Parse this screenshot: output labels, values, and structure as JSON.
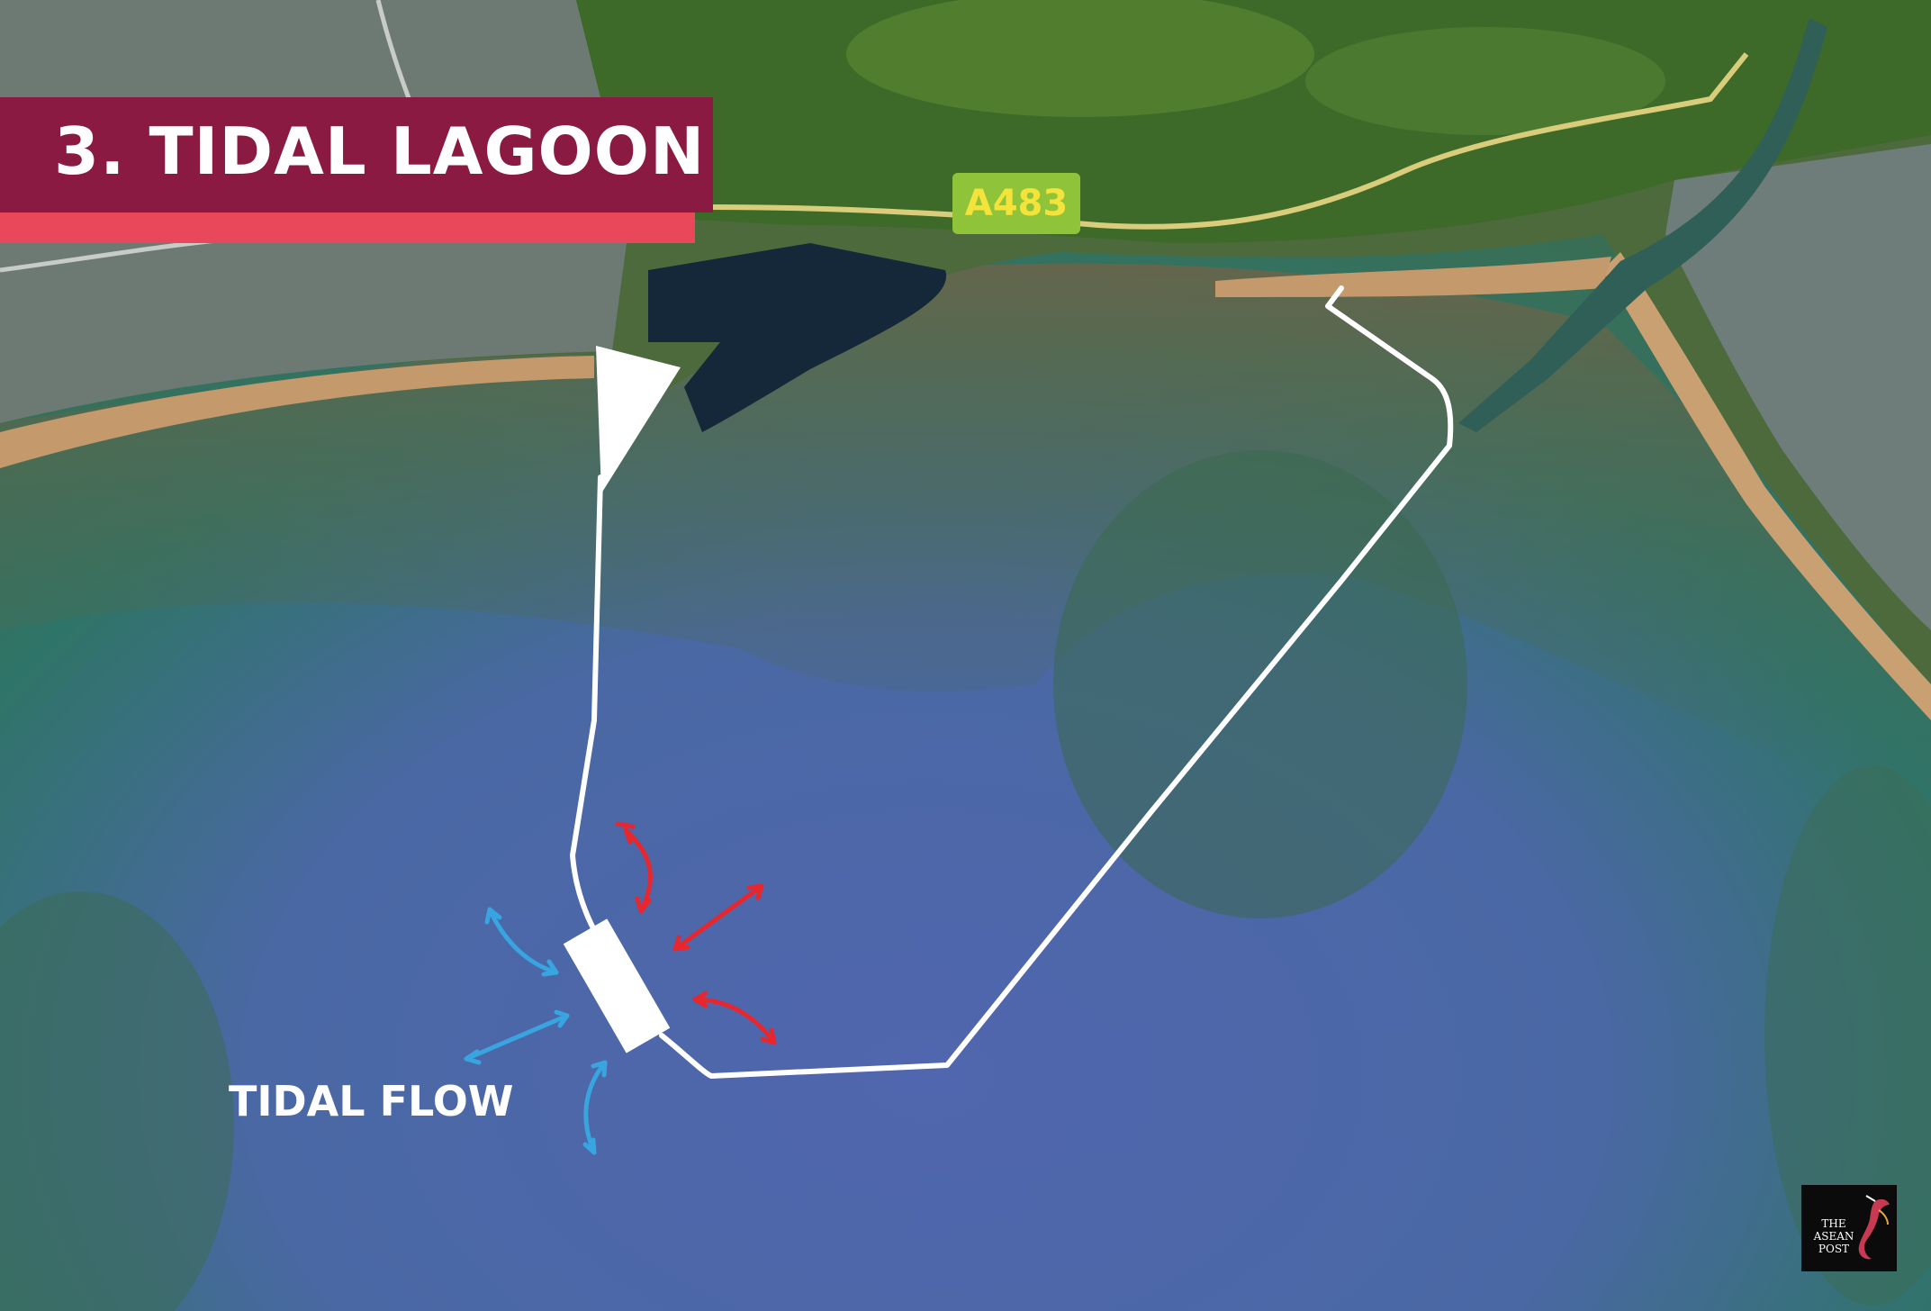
{
  "title": "3. TIDAL LAGOON",
  "road_label": "A483",
  "annotation": "TIDAL FLOW",
  "logo_text": "THE ASEAN POST",
  "colors": {
    "banner_top": "#8b1a42",
    "banner_stripe": "#e8485a",
    "sea_deep": "#4d63a6",
    "sea_shallow": "#2e7368",
    "beach": "#c49a6c",
    "land_green": "#3e6b2a",
    "urban": "#7a8a86",
    "wall": "#ffffff",
    "inflow_arrows": "#e8262e",
    "outflow_arrows": "#38a4e0"
  },
  "icons": [
    "turbine-house-icon",
    "double-arrow-icon",
    "hummingbird-logo-icon"
  ]
}
